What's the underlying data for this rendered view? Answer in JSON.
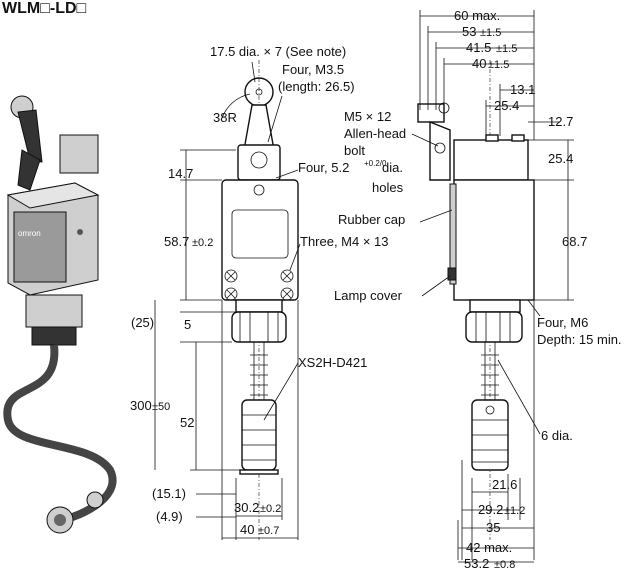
{
  "title": "WLM□-LD□",
  "callouts": {
    "roller": "17.5 dia. × 7 (See note)",
    "screws_m35": "Four, M3.5",
    "length": "(length: 26.5)",
    "radius": "38R",
    "holes_top": "Four, 5.2",
    "holes_tol": "+0.2/0",
    "holes_dia": "dia.",
    "holes_word": "holes",
    "screws_m4": "Three, M4 × 13",
    "connector": "XS2H-D421",
    "bolt1": "M5 × 12",
    "bolt2": "Allen-head",
    "bolt3": "bolt",
    "rubber_cap": "Rubber cap",
    "lamp_cover": "Lamp cover",
    "m6": "Four, M6",
    "depth": "Depth: 15 min.",
    "cable_dia": "6 dia."
  },
  "front_dims": {
    "d14_7": "14.7",
    "d58_7": "58.7",
    "d58_7_tol": "±0.2",
    "d25": "(25)",
    "d5": "5",
    "d300": "300",
    "d300_tol": "±50",
    "d52": "52",
    "d15_1": "(15.1)",
    "d4_9": "(4.9)",
    "d30_2": "30.2",
    "d30_2_tol": "±0.2",
    "d40": "40",
    "d40_tol": "±0.7"
  },
  "side_dims": {
    "d60": "60 max.",
    "d53": "53",
    "d53_tol": "±1.5",
    "d41_5": "41.5",
    "d41_5_tol": "±1.5",
    "d40": "40",
    "d40_tol": "±1.5",
    "d13_1": "13.1",
    "d25_4a": "25.4",
    "d12_7": "12.7",
    "d25_4b": "25.4",
    "d68_7": "68.7",
    "d21_6": "21.6",
    "d29_2": "29.2",
    "d29_2_tol": "±1.2",
    "d35": "35",
    "d42": "42 max.",
    "d53_2": "53.2",
    "d53_2_tol": "±0.8"
  },
  "product": {
    "brand": "omron"
  }
}
